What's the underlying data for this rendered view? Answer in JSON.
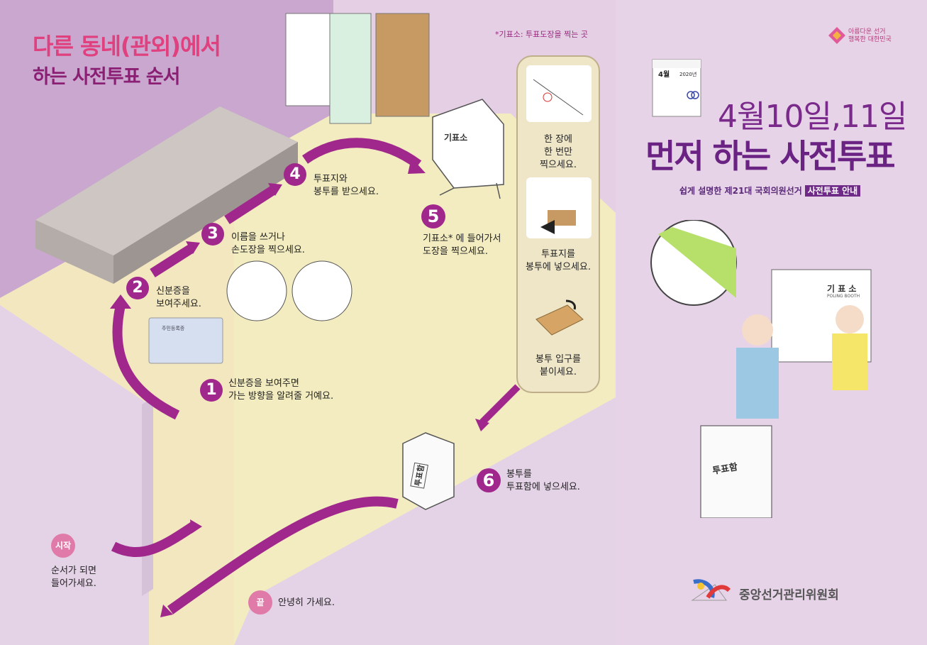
{
  "title": {
    "line1": "다른 동네(관외)에서",
    "line2": "하는 사전투표 순서"
  },
  "note": "*기표소: 투표도장을 찍는 곳",
  "steps": [
    {
      "num": "1",
      "text": "신분증을 보여주면\n가는 방향을 알려줄 거예요."
    },
    {
      "num": "2",
      "text": "신분증을\n보여주세요."
    },
    {
      "num": "3",
      "text": "이름을 쓰거나\n손도장을 찍으세요."
    },
    {
      "num": "4",
      "text": "투표지와\n봉투를 받으세요."
    },
    {
      "num": "5",
      "text": "기표소* 에 들어가서\n도장을 찍으세요."
    },
    {
      "num": "6",
      "text": "봉투를\n투표함에 넣으세요."
    }
  ],
  "start": {
    "badge": "시작",
    "text": "순서가 되면\n들어가세요."
  },
  "end": {
    "badge": "끝",
    "text": "안녕히 가세요."
  },
  "side_steps": [
    "한 장에\n한 번만\n찍으세요.",
    "투표지를\n봉투에 넣으세요.",
    "봉투 입구를\n붙이세요."
  ],
  "idcard": {
    "title": "주민등록증"
  },
  "booth_label": "기표소",
  "ballot_box_label": "투표함",
  "right": {
    "slogan": "아름다운 선거\n행복한 대한민국",
    "calendar_month": "4월",
    "calendar_year": "2020년",
    "date": "4월10일,11일",
    "headline": "먼저 하는 사전투표",
    "subtitle": "쉽게 설명한 제21대 국회의원선거",
    "subtitle_tag": "사전투표 안내",
    "booth_label": "기 표 소",
    "booth_label_en": "POLING BOOTH",
    "box_label": "투표함",
    "org": "중앙선거관리위원회"
  },
  "colors": {
    "magenta": "#a0288c",
    "pink": "#e0407e",
    "purple": "#6e2a86",
    "cream": "#f3ecc0",
    "lavender": "#e7d3e8"
  }
}
